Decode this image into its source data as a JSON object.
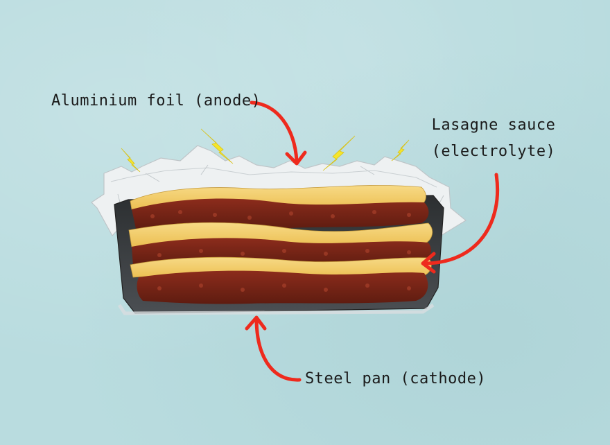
{
  "labels": {
    "anode": "Aluminium foil (anode)",
    "electrolyte_line1": "Lasagne sauce",
    "electrolyte_line2": "(electrolyte)",
    "cathode": "Steel pan (cathode)"
  },
  "colors": {
    "background": "#b9dcdf",
    "arrow": "#ee2a1d",
    "pan": "#3a3d40",
    "foil": "#eceff0",
    "meat": "#7a2416",
    "pasta": "#f3cd6c",
    "spark": "#f5e62b"
  },
  "icons": [
    "lightning-bolt-icon",
    "arrow-icon"
  ]
}
